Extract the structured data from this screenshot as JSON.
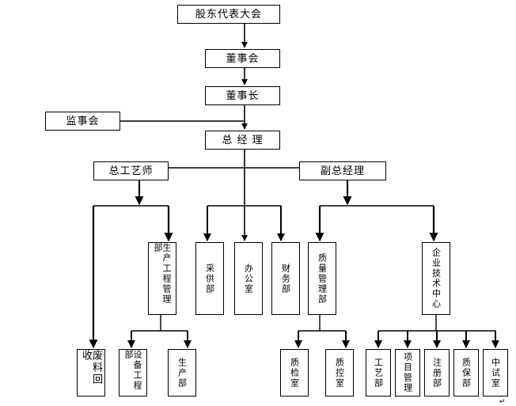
{
  "org_chart": {
    "shareholders_meeting": "股东代表大会",
    "board": "董事会",
    "chairman": "董事长",
    "supervisory_board": "监事会",
    "general_manager": "总 经 理",
    "chief_engineer": "总工艺师",
    "deputy_gm": "副总经理",
    "production_engineering": "生产工程管理部",
    "procurement": "采供部",
    "office": "办公室",
    "finance": "财务部",
    "quality_management": "质量管理部",
    "enterprise_tech_center": "企业技术中心",
    "waste_recycling": "废料回收",
    "equipment_engineering": "设备工程部",
    "production": "生产部",
    "quality_inspection": "质检室",
    "quality_control": "质控室",
    "process": "工艺部",
    "project_management": "项目管理",
    "registration": "注册部",
    "quality_assurance": "质保部",
    "pilot_room": "中试室"
  },
  "line_color": "#000000",
  "paragraph_mark": "↵"
}
